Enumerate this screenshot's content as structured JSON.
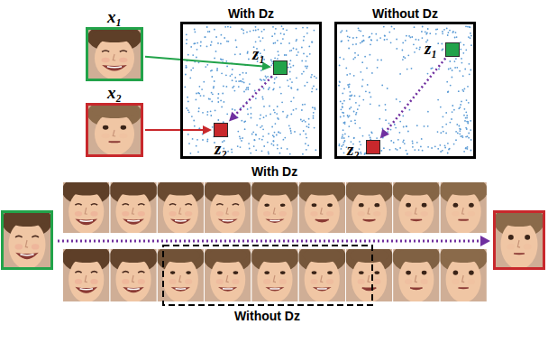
{
  "diagram": {
    "nodes": [
      {
        "text": [
          "x₁"
        ]
      },
      {
        "text": [
          "x₂"
        ]
      },
      {
        "text": [
          "With Dz"
        ]
      },
      {
        "text": [
          "z₁"
        ],
        "in": 2
      },
      {
        "text": [
          "z₂"
        ],
        "in": 2
      },
      {
        "text": [
          "Without Dz"
        ]
      },
      {
        "text": [
          "z₁"
        ],
        "in": 5
      },
      {
        "text": [
          "z₂"
        ],
        "in": 5
      }
    ],
    "edges": [
      {
        "from": 0,
        "to": 3,
        "arrow": "to"
      },
      {
        "from": 1,
        "to": 4,
        "arrow": "to"
      },
      {
        "from": 3,
        "to": 4,
        "arrow": "to"
      },
      {
        "from": 6,
        "to": 7,
        "arrow": "to"
      }
    ],
    "labels": [
      "With Dz",
      "Without Dz"
    ]
  }
}
